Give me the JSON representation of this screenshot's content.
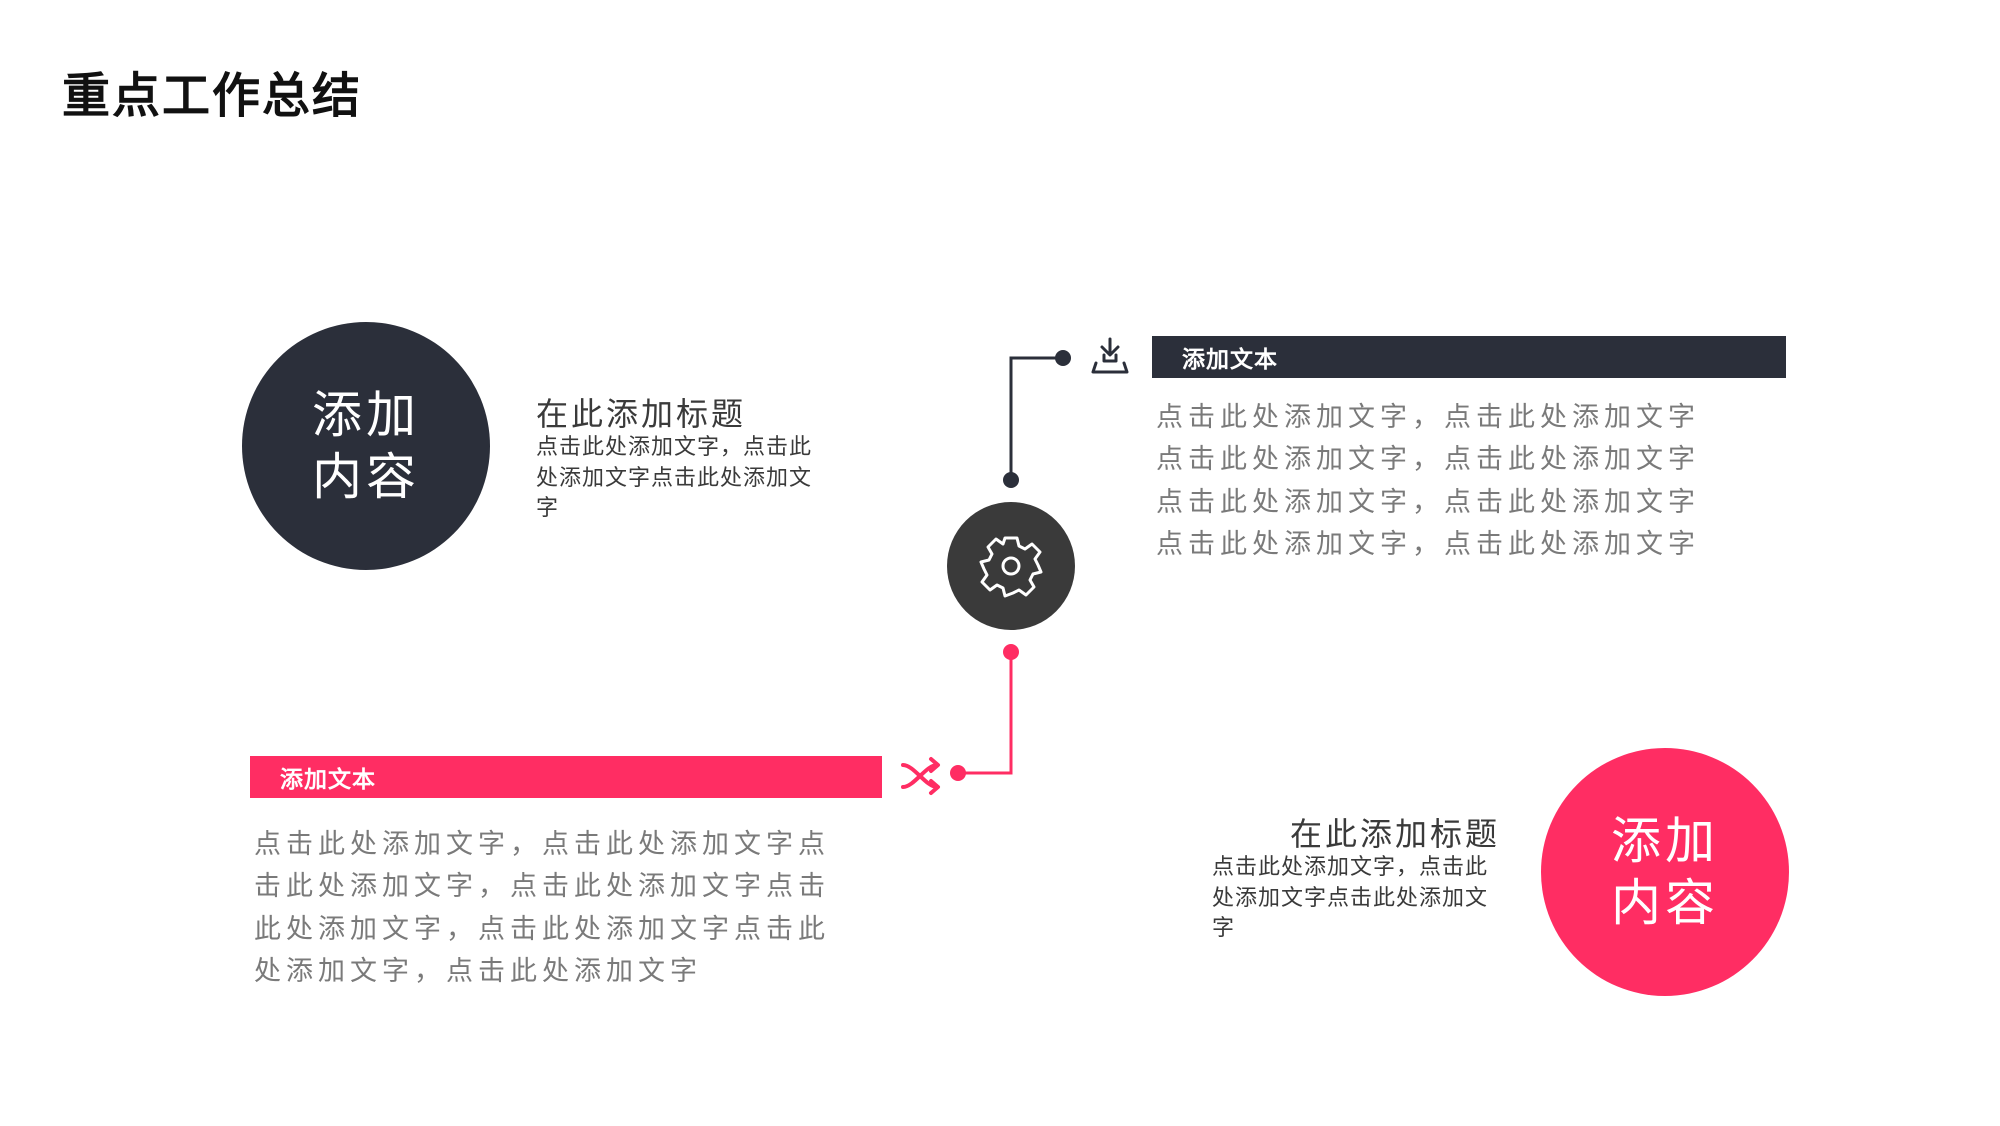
{
  "slide": {
    "title": "重点工作总结"
  },
  "colors": {
    "dark": "#2b2f3a",
    "accent": "#ff2d63",
    "body_text": "#7a7a7a"
  },
  "circles": {
    "left": {
      "line1": "添加",
      "line2": "内容"
    },
    "right": {
      "line1": "添加",
      "line2": "内容"
    }
  },
  "blocks": {
    "top_left": {
      "title": "在此添加标题",
      "body": "点击此处添加文字，点击此处添加文字点击此处添加文字"
    },
    "bottom_right": {
      "title": "在此添加标题",
      "body": "点击此处添加文字，点击此处添加文字点击此处添加文字"
    }
  },
  "bars": {
    "dark": {
      "label": "添加文本"
    },
    "pink": {
      "label": "添加文本"
    }
  },
  "texts": {
    "right_lines": [
      "点击此处添加文字，点击此处添加文字",
      "点击此处添加文字，点击此处添加文字",
      "点击此处添加文字，点击此处添加文字",
      "点击此处添加文字，点击此处添加文字"
    ],
    "left_lines": [
      "点击此处添加文字，点击此处添加文字点",
      "击此处添加文字，点击此处添加文字点击",
      "此处添加文字，点击此处添加文字点击此",
      "处添加文字，点击此处添加文字"
    ]
  },
  "icons": {
    "center": "gear-icon",
    "dark_bar": "download-icon",
    "pink_bar": "shuffle-icon"
  }
}
